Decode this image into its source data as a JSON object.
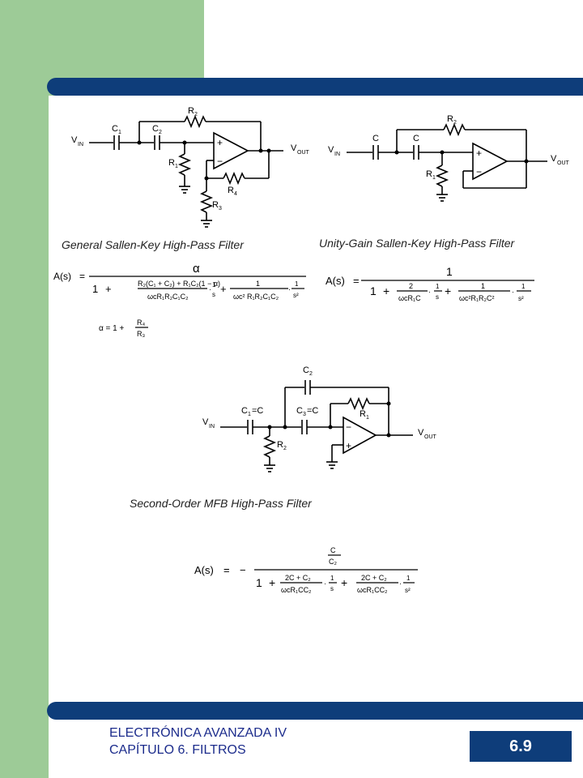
{
  "slide": {
    "footer_line1": "ELECTRÓNICA AVANZADA IV",
    "footer_line2": "CAPÍTULO 6. FILTROS",
    "page_number": "6.9"
  },
  "colors": {
    "green": "#9dcb97",
    "navy": "#0e3d7a",
    "footer_text": "#1c2c8c"
  },
  "captions": {
    "general": "General Sallen-Key High-Pass Filter",
    "unity": "Unity-Gain Sallen-Key High-Pass Filter",
    "mfb": "Second-Order MFB High-Pass Filter"
  },
  "labels": {
    "vin": "V",
    "in_sub": "IN",
    "vout": "V",
    "out_sub": "OUT",
    "c": "C",
    "r": "R",
    "c1_eq_c": "=C",
    "c3_eq_c": "=C"
  },
  "formulas": {
    "as": "A(s)",
    "eq": "=",
    "one": "1",
    "plus": "+",
    "alpha": "α",
    "minus": "−",
    "general_den_frac1_num": "R₂(C₁ + C₂) + R₁C₂(1 − α)",
    "general_den_frac1_den": "ωcR₁R₂C₁C₂",
    "general_den_frac2_den": "ωc² R₁R₂C₁C₂",
    "one_over_s": "1",
    "s": "s",
    "s2": "s²",
    "alpha_def": "α = 1 +",
    "alpha_r4": "R₄",
    "alpha_r3": "R₃",
    "unity_frac1_num": "2",
    "unity_frac1_den": "ωcR₁C",
    "unity_frac2_den": "ωc²R₁R₂C²",
    "mfb_num_top": "C",
    "mfb_num_bot": "C₂",
    "mfb_frac_num": "2C + C₂",
    "mfb_frac_den": "ωcR₁CC₂"
  }
}
